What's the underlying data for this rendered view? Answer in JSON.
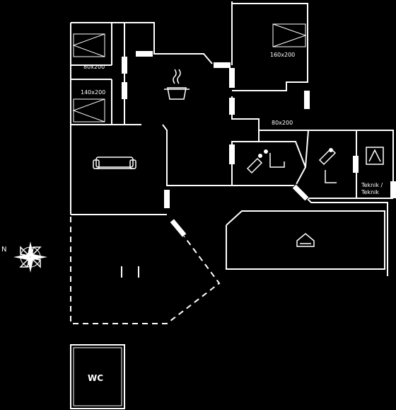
{
  "labels": {
    "bed_size_a": "80x200",
    "bed_size_b": "140x200",
    "bed_size_c": "160x200",
    "bed_size_d": "80x200",
    "technical_room_line1": "Teknik /",
    "technical_room_line2": "Teknik",
    "compass_north": "N",
    "toilet": "WC"
  },
  "colors": {
    "background": "#000000",
    "lines": "#ffffff"
  },
  "icons": [
    "cooking-pot-icon",
    "sofa-icon",
    "toilet-icon",
    "shower-icon",
    "bathtub-icon",
    "washer-icon",
    "terrace-icon",
    "compass-icon"
  ]
}
